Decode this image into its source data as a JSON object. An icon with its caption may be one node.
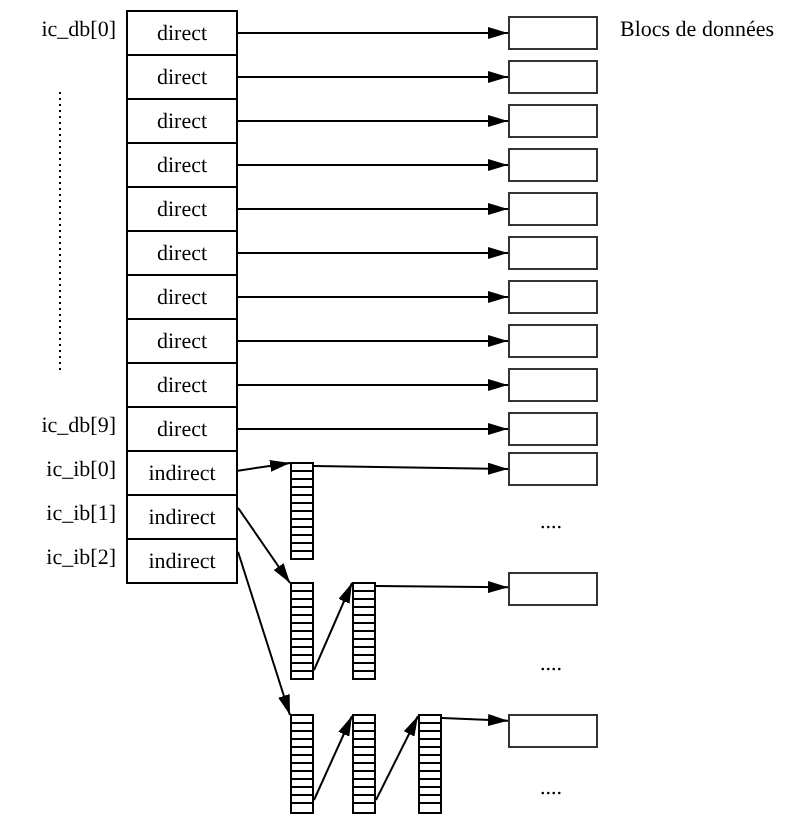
{
  "diagram": {
    "nodes": [
      {
        "text": [
          "direct"
        ],
        "beside": [
          "ic_db[0]"
        ]
      },
      {
        "text": [
          "direct"
        ]
      },
      {
        "text": [
          "direct"
        ]
      },
      {
        "text": [
          "direct"
        ]
      },
      {
        "text": [
          "direct"
        ]
      },
      {
        "text": [
          "direct"
        ]
      },
      {
        "text": [
          "direct"
        ]
      },
      {
        "text": [
          "direct"
        ]
      },
      {
        "text": [
          "direct"
        ]
      },
      {
        "text": [
          "direct"
        ],
        "beside": [
          "ic_db[9]"
        ]
      },
      {
        "text": [
          "indirect"
        ],
        "beside": [
          "ic_ib[0]"
        ]
      },
      {
        "text": [
          "indirect"
        ],
        "beside": [
          "ic_ib[1]"
        ]
      },
      {
        "text": [
          "indirect"
        ],
        "beside": [
          "ic_ib[2]"
        ]
      },
      {
        "text": [],
        "shape": "box"
      },
      {
        "text": [],
        "shape": "box"
      },
      {
        "text": [],
        "shape": "box"
      },
      {
        "text": [],
        "shape": "box"
      },
      {
        "text": [],
        "shape": "box"
      },
      {
        "text": [],
        "shape": "box"
      },
      {
        "text": [],
        "shape": "box"
      },
      {
        "text": [],
        "shape": "box"
      },
      {
        "text": [],
        "shape": "box"
      },
      {
        "text": [],
        "shape": "box"
      },
      {
        "text": [],
        "shape": "bar"
      },
      {
        "text": [],
        "shape": "box"
      },
      {
        "text": [],
        "shape": "bar"
      },
      {
        "text": [],
        "shape": "bar"
      },
      {
        "text": [],
        "shape": "box"
      },
      {
        "text": [],
        "shape": "bar"
      },
      {
        "text": [],
        "shape": "bar"
      },
      {
        "text": [],
        "shape": "bar"
      },
      {
        "text": [],
        "shape": "box"
      }
    ],
    "edges": [
      {
        "from": 0,
        "to": 13,
        "arrow": "to"
      },
      {
        "from": 1,
        "to": 14,
        "arrow": "to"
      },
      {
        "from": 2,
        "to": 15,
        "arrow": "to"
      },
      {
        "from": 3,
        "to": 16,
        "arrow": "to"
      },
      {
        "from": 4,
        "to": 17,
        "arrow": "to"
      },
      {
        "from": 5,
        "to": 18,
        "arrow": "to"
      },
      {
        "from": 6,
        "to": 19,
        "arrow": "to"
      },
      {
        "from": 7,
        "to": 20,
        "arrow": "to"
      },
      {
        "from": 8,
        "to": 21,
        "arrow": "to"
      },
      {
        "from": 9,
        "to": 22,
        "arrow": "to"
      },
      {
        "from": 10,
        "to": 23,
        "arrow": "to"
      },
      {
        "from": 23,
        "to": 24,
        "arrow": "to"
      },
      {
        "from": 11,
        "to": 25,
        "arrow": "to"
      },
      {
        "from": 25,
        "to": 26,
        "arrow": "to"
      },
      {
        "from": 26,
        "to": 27,
        "arrow": "to"
      },
      {
        "from": 12,
        "to": 28,
        "arrow": "to"
      },
      {
        "from": 28,
        "to": 29,
        "arrow": "to"
      },
      {
        "from": 29,
        "to": 30,
        "arrow": "to"
      },
      {
        "from": 30,
        "to": 31,
        "arrow": "to"
      }
    ],
    "labels": [
      "Blocs de données",
      "....",
      "....",
      "...."
    ]
  }
}
